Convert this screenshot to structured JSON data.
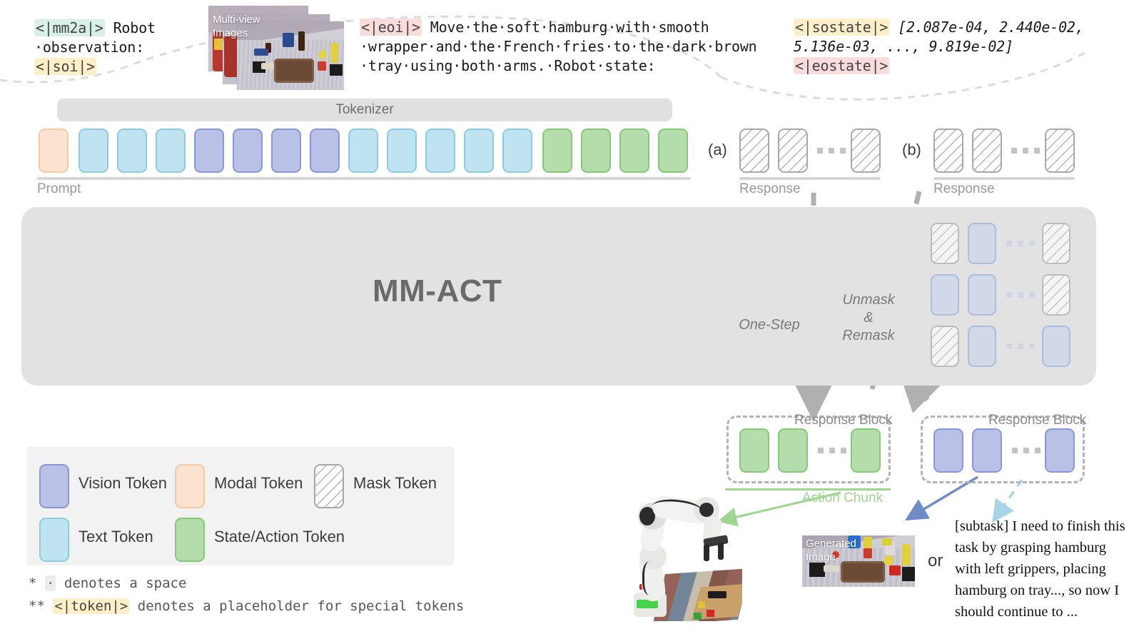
{
  "prompt": {
    "line1_token": "<|mm2a|>",
    "line1_text": " Robot",
    "line2_text": "·observation: ",
    "line2_token": "<|soi|>",
    "images_label": "Multi-view\nImages",
    "images_label_l1": "Multi-view",
    "images_label_l2": "Images",
    "instruction_token": "<|eoi|>",
    "instruction_l1": "Move·the·soft·hamburg·with·smooth",
    "instruction_l2": "·wrapper·and·the·French·fries·to·the·dark·brown",
    "instruction_l3": "·tray·using·both·arms.·Robot·state:",
    "state_open_token": "<|sostate|>",
    "state_values_l1": "[2.087e-04, 2.440e-02,",
    "state_values_l2": "5.136e-03, ..., 9.819e-02]",
    "state_close_token": "<|eostate|>"
  },
  "tokenizer": {
    "label": "Tokenizer"
  },
  "sequence": {
    "prompt_caption": "Prompt",
    "tokens": [
      "modal",
      "text",
      "text",
      "text",
      "vision",
      "vision",
      "vision",
      "vision",
      "text",
      "text",
      "text",
      "text",
      "text",
      "action",
      "action",
      "action",
      "action"
    ]
  },
  "branches": {
    "a": {
      "marker": "(a)",
      "response_caption": "Response",
      "mode_label": "One-Step"
    },
    "b": {
      "marker": "(b)",
      "response_caption": "Response",
      "mode_label_l1": "Unmask",
      "mode_label_l2": "&",
      "mode_label_l3": "Remask"
    }
  },
  "model": {
    "title": "MM-ACT"
  },
  "diffusion_grid": {
    "rows": [
      [
        "mask",
        "vision",
        "dots",
        "mask"
      ],
      [
        "vision",
        "vision",
        "dots",
        "mask"
      ],
      [
        "mask",
        "vision",
        "dots",
        "vision"
      ]
    ]
  },
  "response_blocks": {
    "left": {
      "label": "Response Block",
      "token_type": "action",
      "caption": "Action Chunk"
    },
    "right": {
      "label": "Response Block",
      "token_type": "vision"
    }
  },
  "outputs": {
    "generated_image_label_l1": "Generated",
    "generated_image_label_l2": "Image",
    "or_label": "or",
    "subtask_l1": "[subtask] I need to finish this",
    "subtask_l2": "task by grasping hamburg",
    "subtask_l3": "with left grippers, placing",
    "subtask_l4": "hamburg on tray...,  so now I",
    "subtask_l5": "should continue to ..."
  },
  "legend": {
    "items": [
      {
        "swatch": "vision",
        "label": "Vision Token"
      },
      {
        "swatch": "modal",
        "label": "Modal Token"
      },
      {
        "swatch": "mask",
        "label": "Mask Token"
      },
      {
        "swatch": "text",
        "label": "Text Token"
      },
      {
        "swatch": "action",
        "label": "State/Action Token"
      }
    ]
  },
  "footnotes": {
    "star1_mark": "*",
    "star1_space": "·",
    "star1_text": "denotes a space",
    "star2_mark": "**",
    "star2_token": "<|token|>",
    "star2_text": "denotes a placeholder for special tokens"
  },
  "colors": {
    "vision": "#b9c2e6",
    "vision_border": "#8a97d4",
    "text": "#bfe3f0",
    "text_border": "#8fcbe0",
    "modal": "#fbe3d0",
    "modal_border": "#f5c9a6",
    "action": "#b5ddab",
    "action_border": "#86c878",
    "mask_border": "#a8a8a8",
    "model_box": "#e2e2e2",
    "action_chunk": "#9ed68f"
  }
}
